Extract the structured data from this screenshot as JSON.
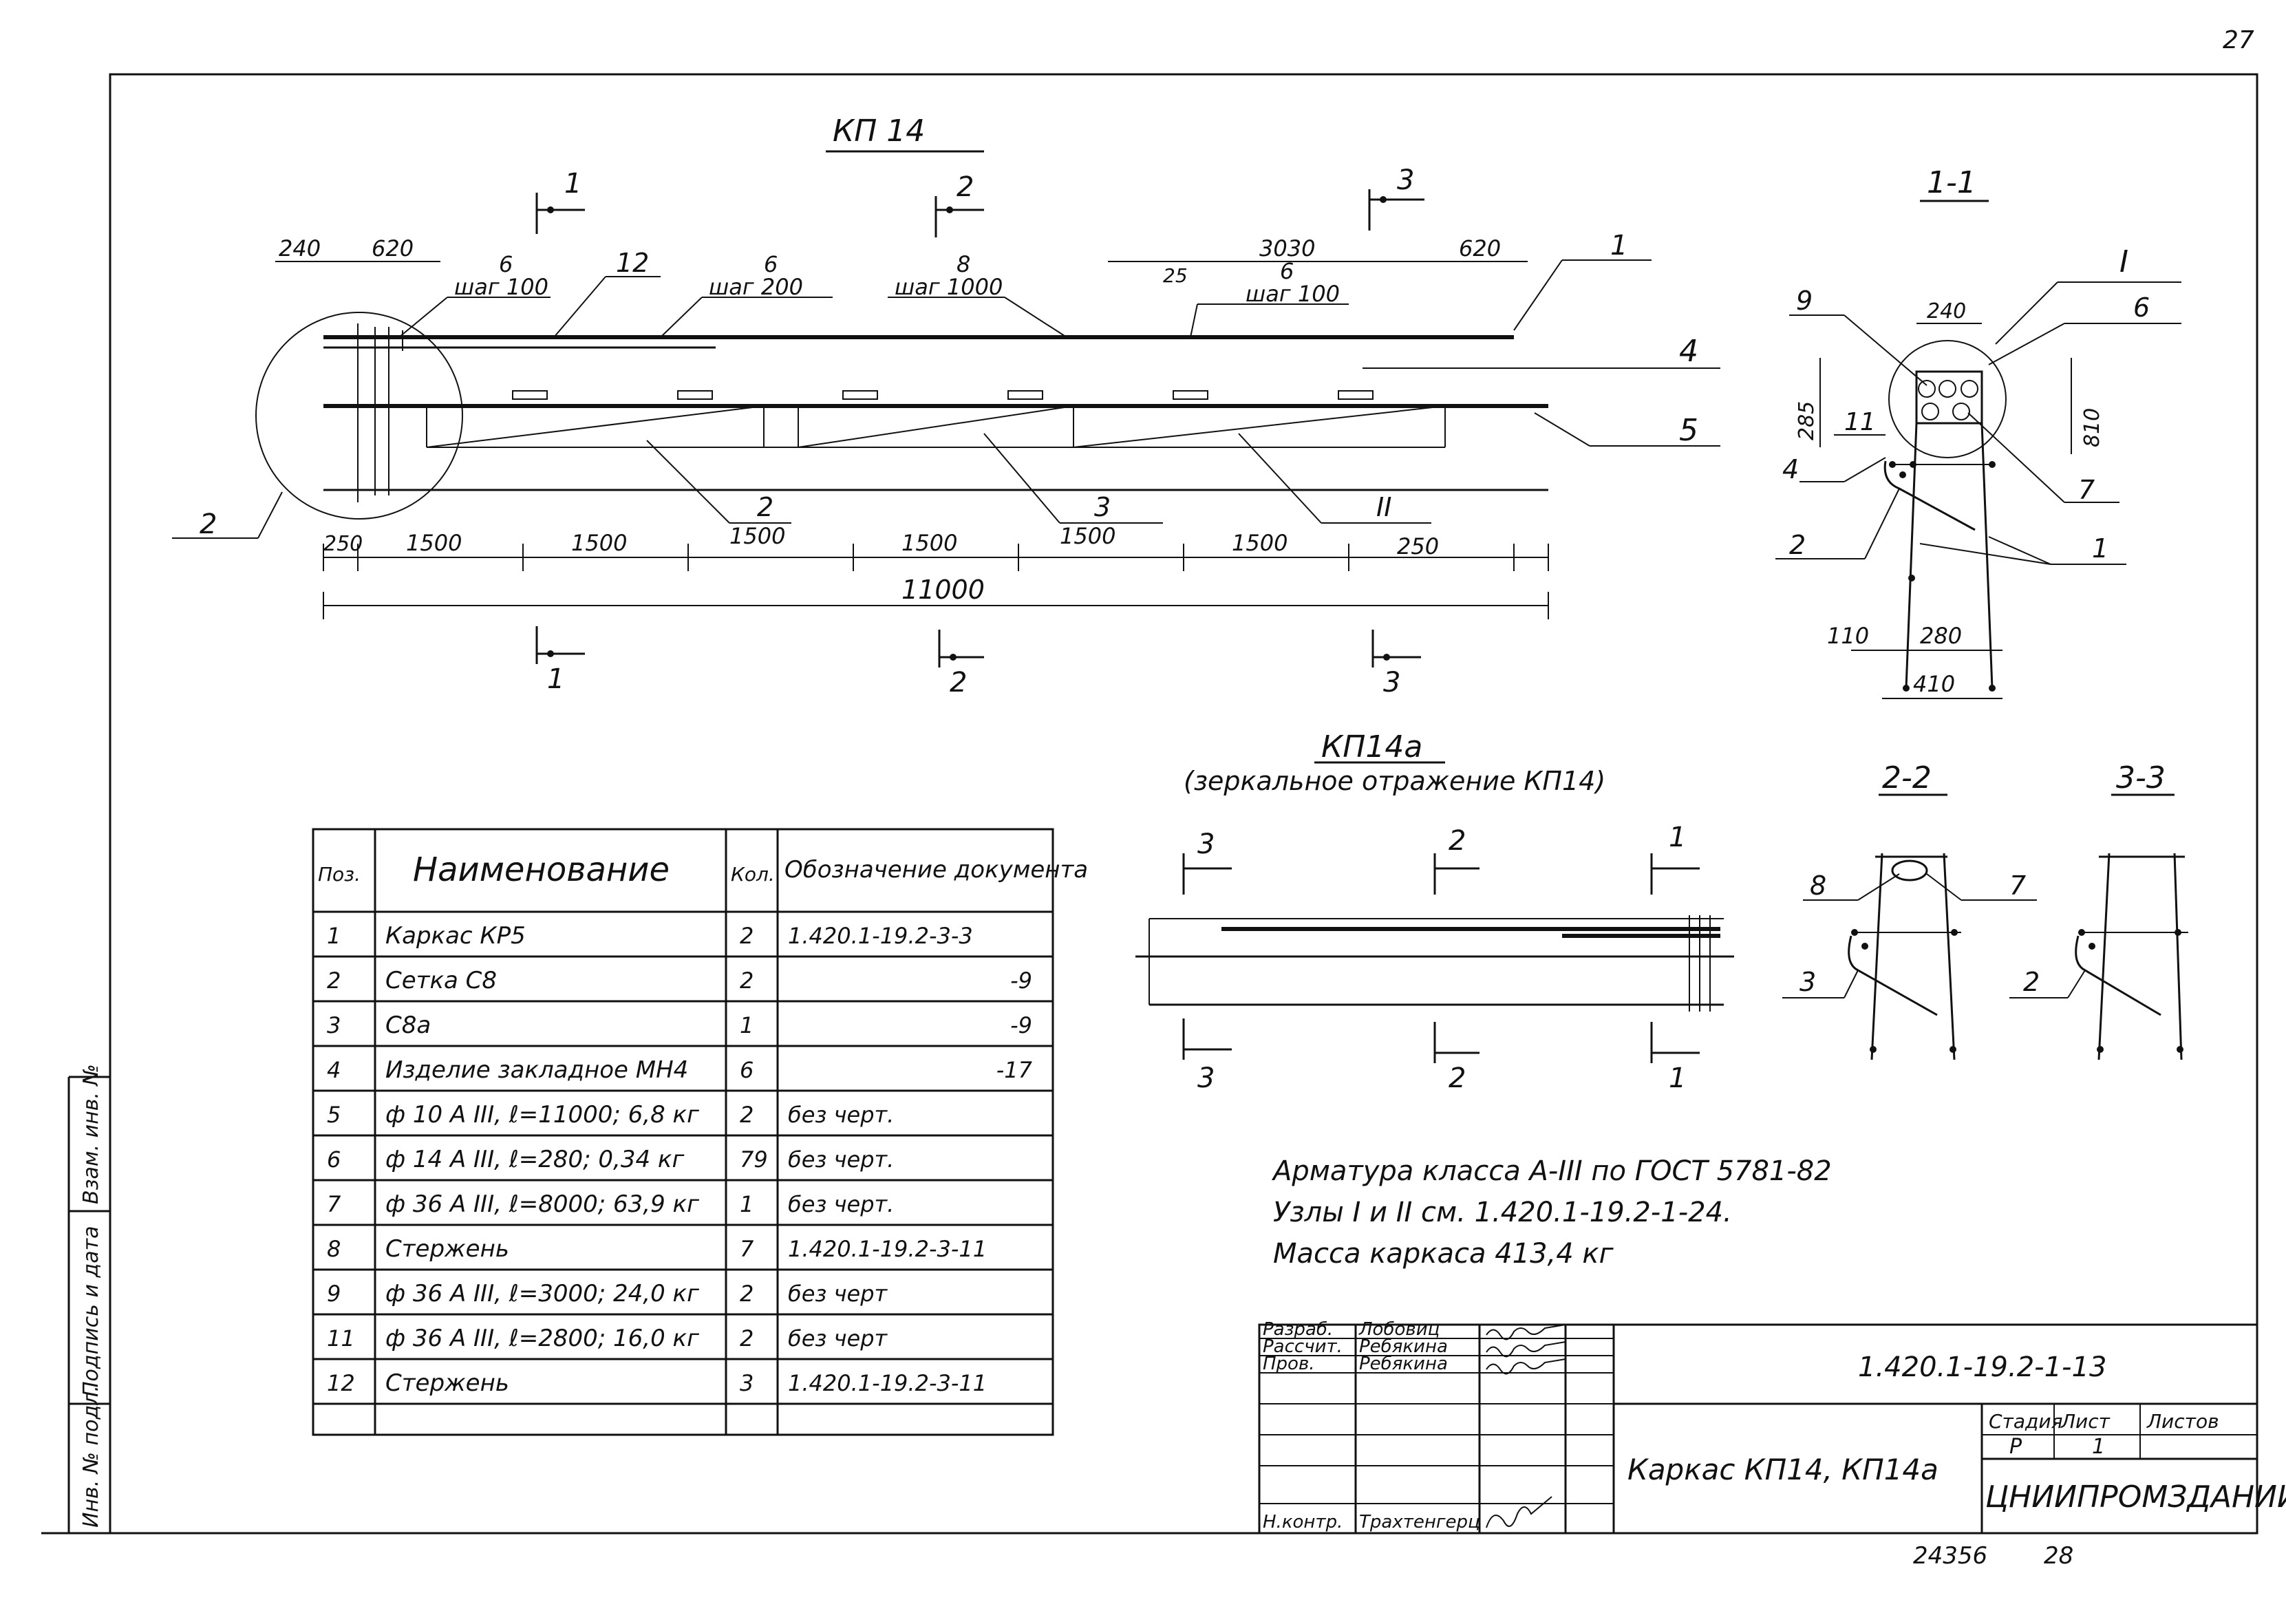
{
  "sheet": {
    "page_number": "27",
    "bottom_left_code": "24356",
    "bottom_right_number": "28"
  },
  "side_stamp": {
    "inv_podl": "Инв. № подл.",
    "podpis_data": "Подпись и дата",
    "vzam_inv": "Взам. инв. №"
  },
  "main_view": {
    "title": "КП 14",
    "section_marks": [
      "1",
      "2",
      "3"
    ],
    "top_dims": [
      "240",
      "620",
      "3030",
      "620",
      "25"
    ],
    "spacing_notes": [
      {
        "count": "6",
        "step": "шаг 100"
      },
      {
        "count": "6",
        "step": "шаг 200"
      },
      {
        "count": "8",
        "step": "шаг 1000"
      },
      {
        "count": "6",
        "step": "шаг 100"
      }
    ],
    "callouts": [
      "12",
      "1",
      "4",
      "5",
      "2",
      "3",
      "2",
      "II"
    ],
    "bottom_dims": [
      "250",
      "1500",
      "1500",
      "1500",
      "1500",
      "1500",
      "1500",
      "250"
    ],
    "total_length": "11000"
  },
  "section_1_1": {
    "title": "1-1",
    "dims": [
      "240",
      "285",
      "810",
      "110",
      "280",
      "410"
    ],
    "callouts": [
      "9",
      "I",
      "6",
      "11",
      "4",
      "7",
      "2",
      "1"
    ]
  },
  "mirror_view": {
    "title": "КП14а",
    "subtitle": "(зеркальное отражение КП14)",
    "section_marks": [
      "3",
      "2",
      "1"
    ]
  },
  "section_2_2": {
    "title": "2-2",
    "callouts": [
      "8",
      "7",
      "3"
    ]
  },
  "section_3_3": {
    "title": "3-3",
    "callouts": [
      "2"
    ]
  },
  "spec_table": {
    "headers": [
      "Поз.",
      "Наименование",
      "Кол.",
      "Обозначение документа"
    ],
    "rows": [
      [
        "1",
        "Каркас КР5",
        "2",
        "1.420.1-19.2-3-3"
      ],
      [
        "2",
        "Сетка С8",
        "2",
        "-9"
      ],
      [
        "3",
        "С8а",
        "1",
        "-9"
      ],
      [
        "4",
        "Изделие закладное МН4",
        "6",
        "-17"
      ],
      [
        "5",
        "ф 10 А III, ℓ=11000; 6,8 кг",
        "2",
        "без черт."
      ],
      [
        "6",
        "ф 14 А III, ℓ=280; 0,34 кг",
        "79",
        "без черт."
      ],
      [
        "7",
        "ф 36 А III, ℓ=8000; 63,9 кг",
        "1",
        "без черт."
      ],
      [
        "8",
        "Стержень",
        "7",
        "1.420.1-19.2-3-11"
      ],
      [
        "9",
        "ф 36 А III, ℓ=3000; 24,0 кг",
        "2",
        "без черт"
      ],
      [
        "11",
        "ф 36 А III, ℓ=2800; 16,0 кг",
        "2",
        "без черт"
      ],
      [
        "12",
        "Стержень",
        "3",
        "1.420.1-19.2-3-11"
      ],
      [
        "",
        "",
        "",
        ""
      ]
    ]
  },
  "notes": [
    "Арматура класса А-III по ГОСТ 5781-82",
    "Узлы I и II см. 1.420.1-19.2-1-24.",
    "Масса каркаса 413,4 кг"
  ],
  "title_block": {
    "roles": [
      {
        "role": "Разраб.",
        "name": "Лобовиц"
      },
      {
        "role": "Рассчит.",
        "name": "Ребякина"
      },
      {
        "role": "Пров.",
        "name": "Ребякина"
      },
      {
        "role": "",
        "name": ""
      },
      {
        "role": "",
        "name": ""
      },
      {
        "role": "",
        "name": ""
      },
      {
        "role": "Н.контр.",
        "name": "Трахтенгерц"
      }
    ],
    "doc_code": "1.420.1-19.2-1-13",
    "object_name": "Каркас КП14, КП14а",
    "stage_label": "Стадия",
    "sheet_label": "Лист",
    "sheets_label": "Листов",
    "stage_value": "Р",
    "sheet_value": "1",
    "sheets_value": "",
    "organization": "ЦНИИПРОМЗДАНИЙ"
  }
}
